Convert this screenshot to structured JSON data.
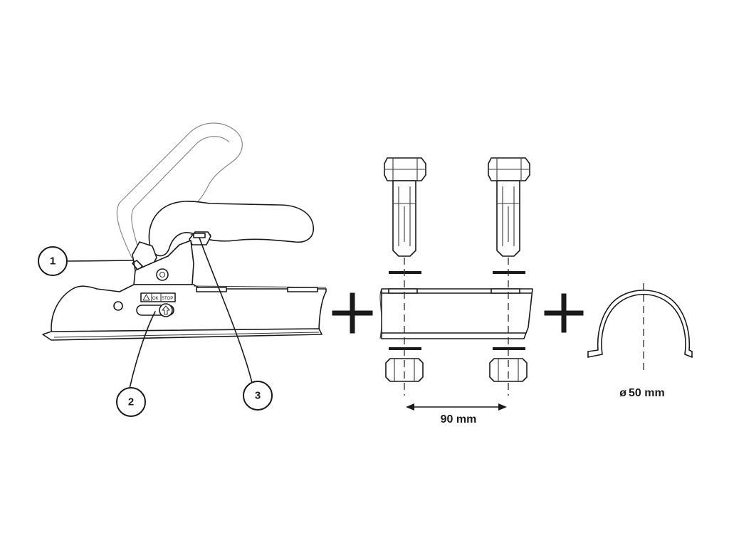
{
  "callouts": [
    {
      "id": "1",
      "label": "1"
    },
    {
      "id": "2",
      "label": "2"
    },
    {
      "id": "3",
      "label": "3"
    }
  ],
  "indicator_labels": {
    "ok": "OK",
    "stop": "STOP"
  },
  "bolt_spacing_label": "90 mm",
  "pipe_diameter_symbol": "ø",
  "pipe_diameter_label": "50 mm",
  "colors": {
    "line": "#1a1a1a",
    "ghost_line": "#8a8a8a",
    "background": "#ffffff"
  }
}
